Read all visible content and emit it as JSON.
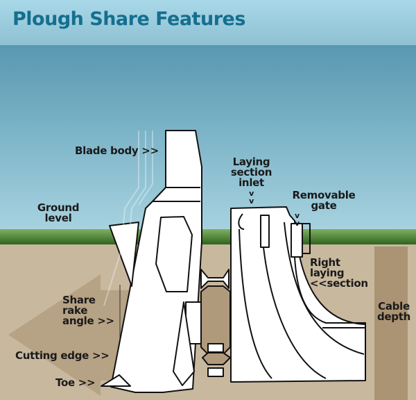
{
  "title": "Plough Share Features",
  "labels": {
    "blade_body": "Blade body >>",
    "laying_section_inlet": [
      "Laying",
      "section",
      "inlet"
    ],
    "inlet_arrows": [
      "v",
      "v"
    ],
    "removable_gate": [
      "Removable",
      "gate"
    ],
    "gate_arrows": [
      "v",
      "v"
    ],
    "ground_level": [
      "Ground",
      "level"
    ],
    "right_laying_section": [
      "Right",
      "laying",
      "<<section"
    ],
    "share_rake_angle": [
      "Share",
      "rake",
      "angle >>"
    ],
    "cable_depth": [
      "Cable",
      "depth"
    ],
    "cutting_edge": "Cutting edge >>",
    "toe": "Toe >>"
  },
  "colors": {
    "title": "#156f8e",
    "sky_top": "#a7d6e6",
    "sky_mid": "#5a9bb3",
    "soil": "#c9b9a0",
    "grass": "#4f8a2e"
  }
}
